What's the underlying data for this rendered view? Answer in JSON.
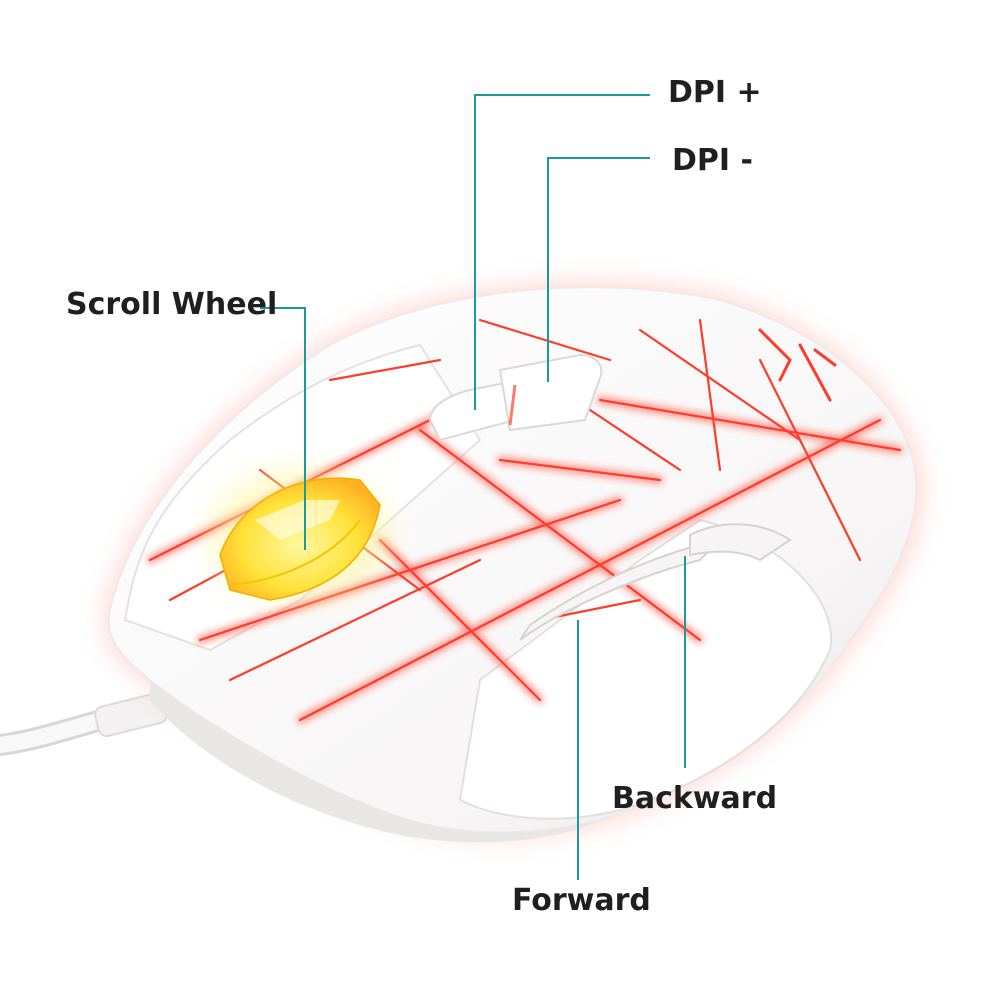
{
  "labels": {
    "dpi_plus": "DPI +",
    "dpi_minus": "DPI -",
    "scroll_wheel": "Scroll Wheel",
    "backward": "Backward",
    "forward": "Forward"
  },
  "colors": {
    "leader_line": "#1a9a9a",
    "label_text": "#1f1f1f",
    "mouse_body": "#ffffff",
    "mouse_shadow": "#e9e6e6",
    "glow_red": "#ff4a3a",
    "wheel_glow": "#ffe23a",
    "background": "#ffffff"
  }
}
